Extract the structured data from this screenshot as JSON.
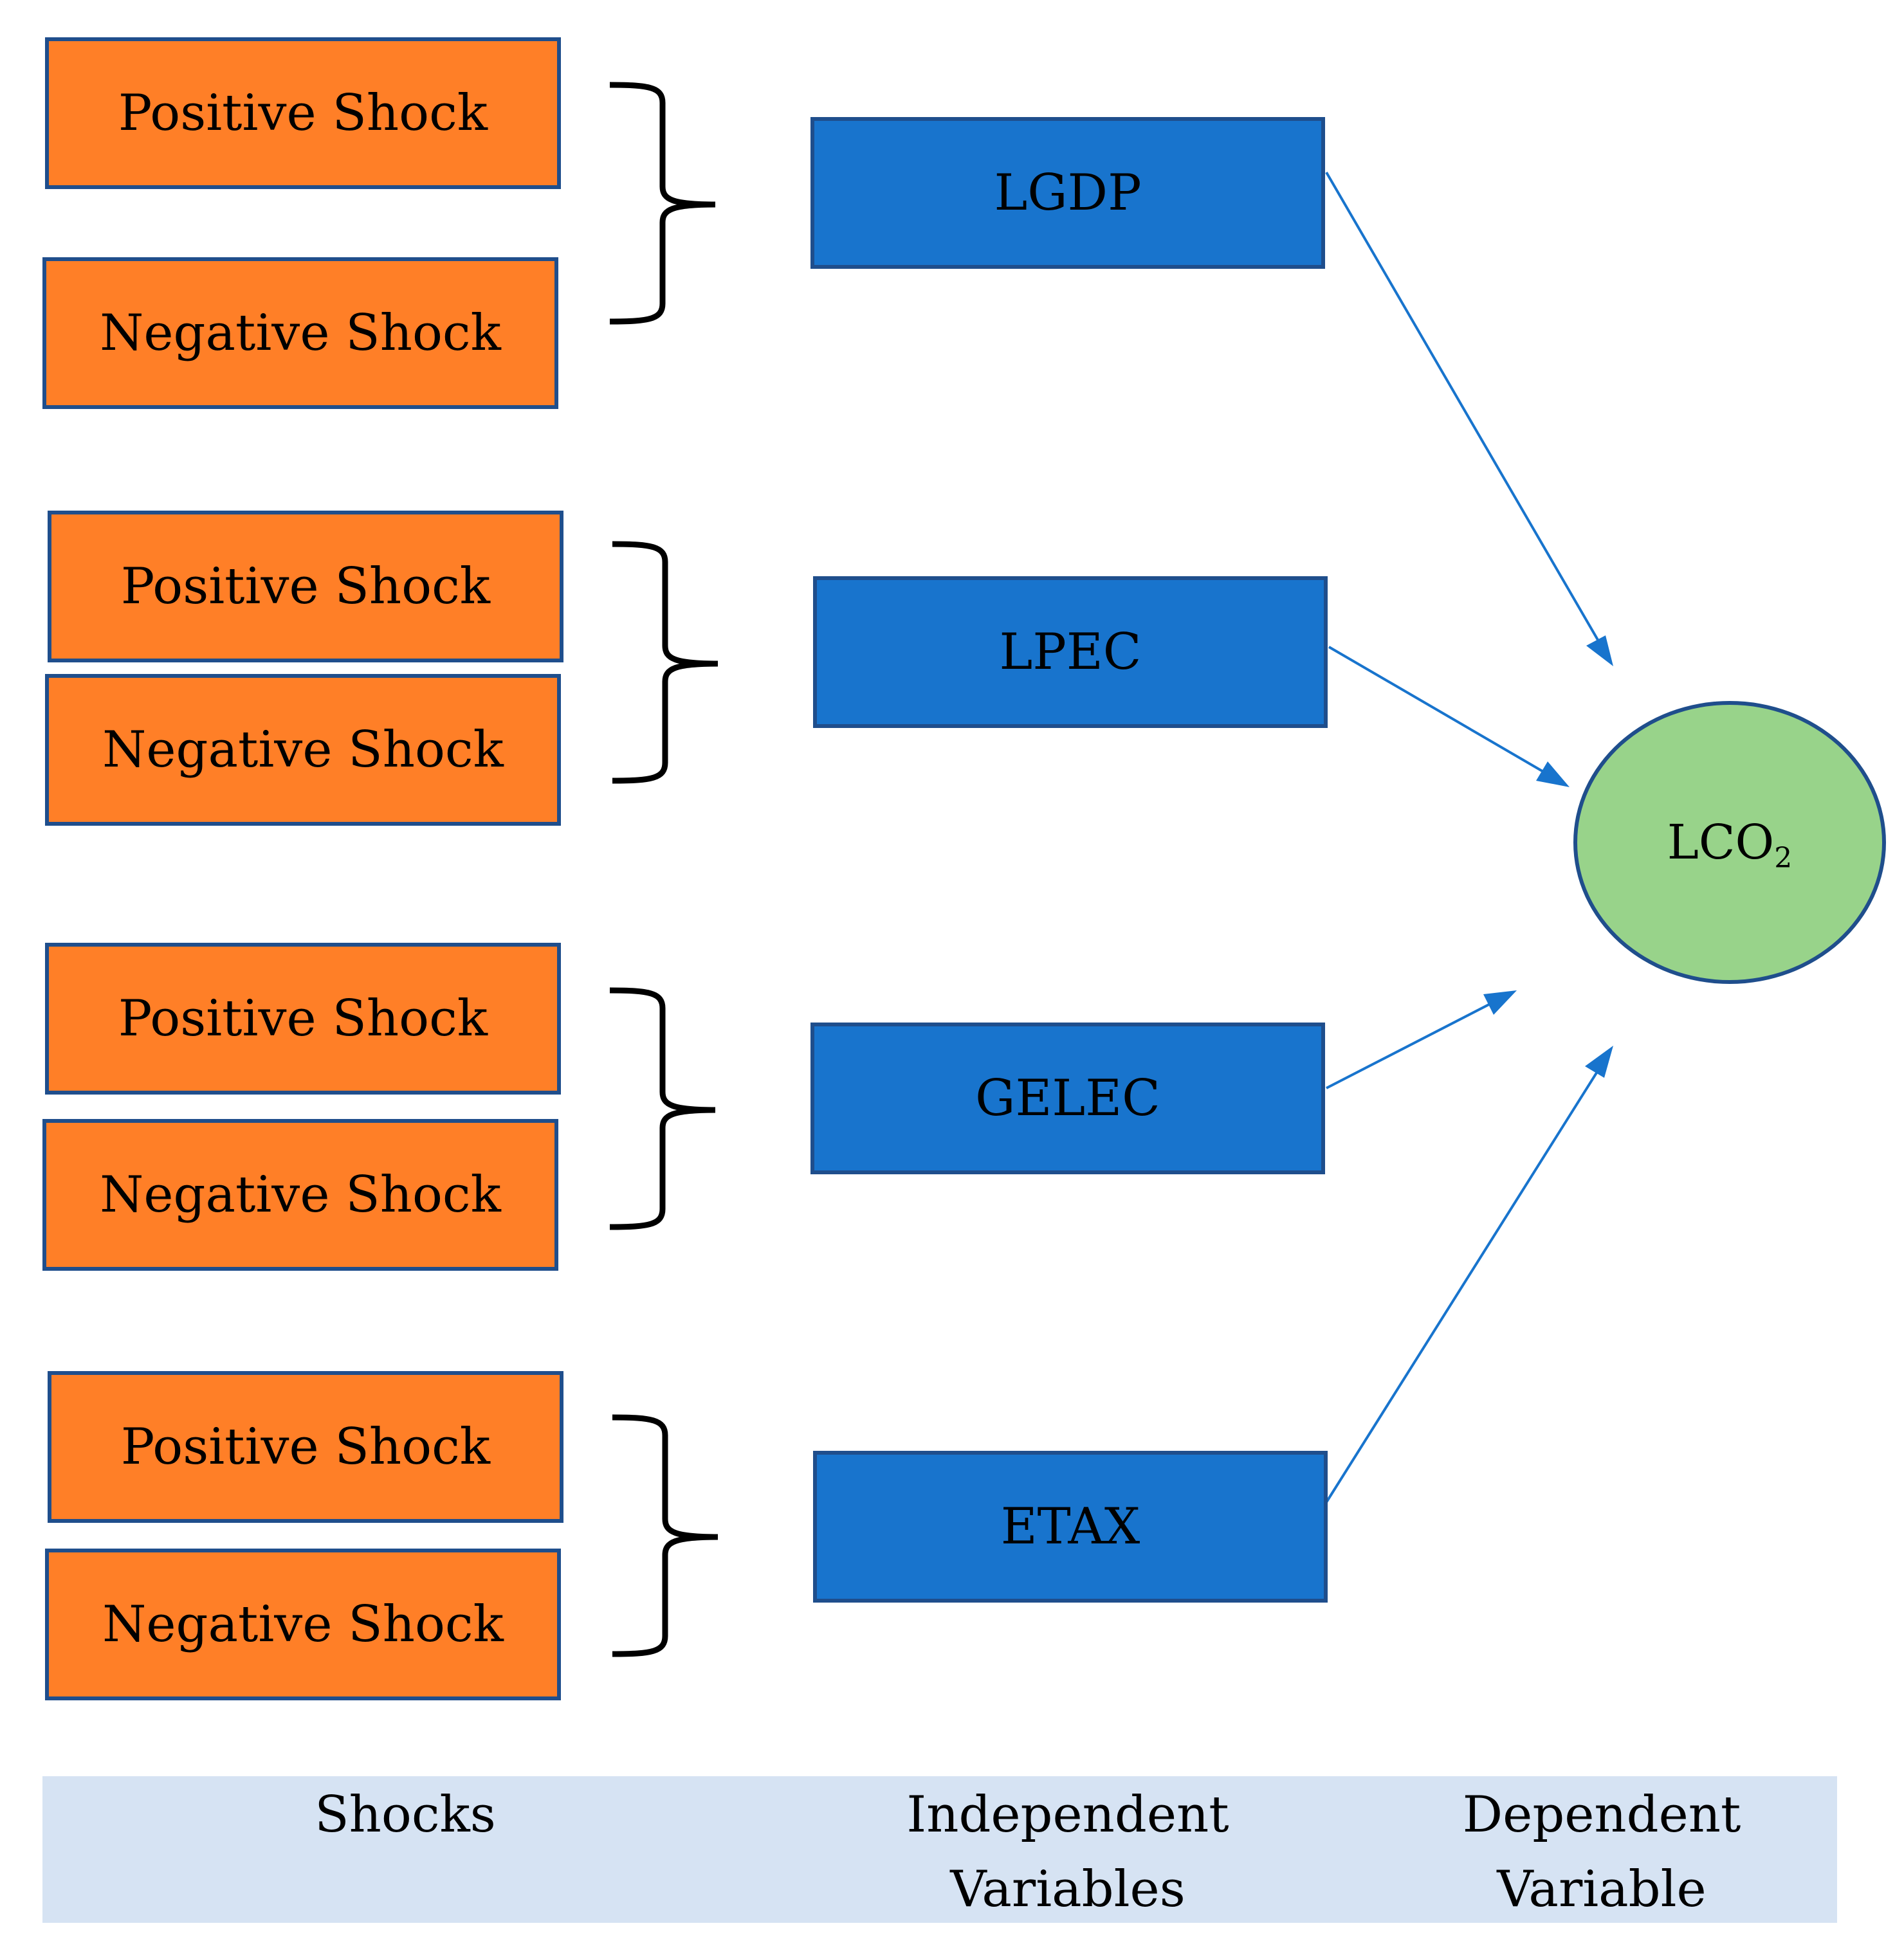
{
  "groups": [
    {
      "positive": "Positive Shock",
      "negative": "Negative Shock",
      "variable": "LGDP"
    },
    {
      "positive": "Positive Shock",
      "negative": "Negative Shock",
      "variable": "LPEC"
    },
    {
      "positive": "Positive Shock",
      "negative": "Negative Shock",
      "variable": "GELEC"
    },
    {
      "positive": "Positive Shock",
      "negative": "Negative Shock",
      "variable": "ETAX"
    }
  ],
  "dependent": {
    "main": "LCO",
    "subscript": "2"
  },
  "footer": {
    "shocks": "Shocks",
    "independent_line1": "Independent",
    "independent_line2": "Variables",
    "dependent_line1": "Dependent",
    "dependent_line2": "Variable"
  },
  "colors": {
    "shock_fill": "#FF7F27",
    "variable_fill": "#1874CD",
    "dependent_fill": "#98D38A",
    "border": "#1F4E8C",
    "arrow": "#1874CD",
    "footer_fill": "#D6E3F3"
  }
}
